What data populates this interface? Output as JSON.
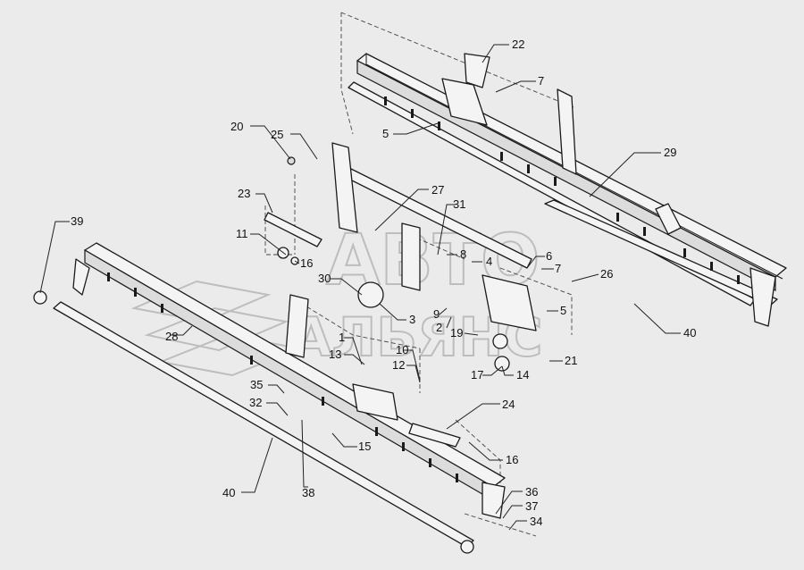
{
  "watermark": {
    "line1": "АВТО",
    "line2": "АЛЬЯНС"
  },
  "callouts": [
    {
      "id": "c22",
      "text": "22"
    },
    {
      "id": "c7a",
      "text": "7"
    },
    {
      "id": "c5a",
      "text": "5"
    },
    {
      "id": "c20",
      "text": "20"
    },
    {
      "id": "c25",
      "text": "25"
    },
    {
      "id": "c29",
      "text": "29"
    },
    {
      "id": "c23",
      "text": "23"
    },
    {
      "id": "c27",
      "text": "27"
    },
    {
      "id": "c31",
      "text": "31"
    },
    {
      "id": "c11",
      "text": "11"
    },
    {
      "id": "c39",
      "text": "39"
    },
    {
      "id": "c16a",
      "text": "16"
    },
    {
      "id": "c8",
      "text": "8"
    },
    {
      "id": "c4",
      "text": "4"
    },
    {
      "id": "c6",
      "text": "6"
    },
    {
      "id": "c7b",
      "text": "7"
    },
    {
      "id": "c26",
      "text": "26"
    },
    {
      "id": "c30",
      "text": "30"
    },
    {
      "id": "c9",
      "text": "9"
    },
    {
      "id": "c5b",
      "text": "5"
    },
    {
      "id": "c3",
      "text": "3"
    },
    {
      "id": "c2",
      "text": "2"
    },
    {
      "id": "c40a",
      "text": "40"
    },
    {
      "id": "c28",
      "text": "28"
    },
    {
      "id": "c1",
      "text": "1"
    },
    {
      "id": "c19",
      "text": "19"
    },
    {
      "id": "c21",
      "text": "21"
    },
    {
      "id": "c10",
      "text": "10"
    },
    {
      "id": "c13",
      "text": "13"
    },
    {
      "id": "c12",
      "text": "12"
    },
    {
      "id": "c17",
      "text": "17"
    },
    {
      "id": "c14",
      "text": "14"
    },
    {
      "id": "c35",
      "text": "35"
    },
    {
      "id": "c24",
      "text": "24"
    },
    {
      "id": "c32",
      "text": "32"
    },
    {
      "id": "c15",
      "text": "15"
    },
    {
      "id": "c16b",
      "text": "16"
    },
    {
      "id": "c40b",
      "text": "40"
    },
    {
      "id": "c38",
      "text": "38"
    },
    {
      "id": "c36",
      "text": "36"
    },
    {
      "id": "c37",
      "text": "37"
    },
    {
      "id": "c34",
      "text": "34"
    }
  ]
}
